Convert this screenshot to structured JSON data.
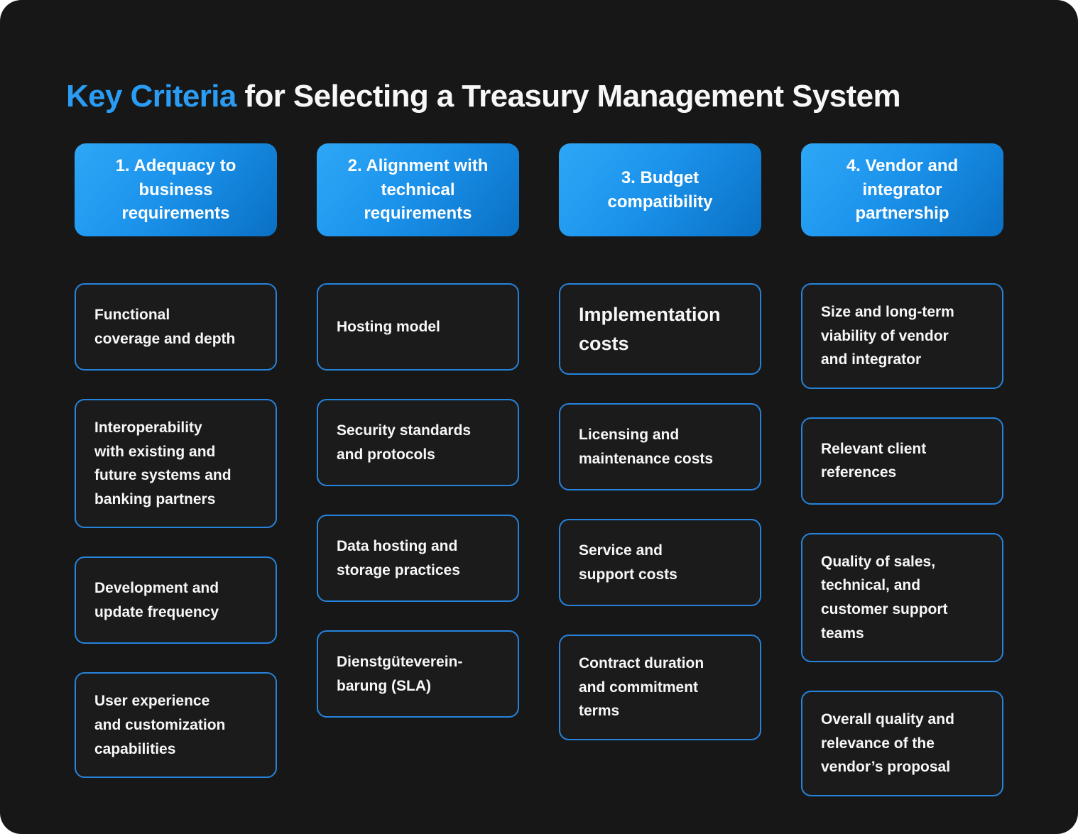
{
  "title": {
    "highlight": "Key Criteria",
    "rest": " for Selecting a Treasury Management System"
  },
  "colors": {
    "accent": "#2b9cf4",
    "canvas_bg": "#171717",
    "card_bg": "#1b1b1b",
    "card_border": "#2583dc",
    "header_grad_start": "#2fa7f6",
    "header_grad_end": "#0a70c4",
    "text": "#f7f7f7"
  },
  "columns": [
    {
      "header": "1. Adequacy to\nbusiness\nrequirements",
      "cards": [
        {
          "text": "Functional\ncoverage and depth"
        },
        {
          "text": "Interoperability\nwith existing and\nfuture systems and\nbanking partners"
        },
        {
          "text": "Development and\nupdate frequency"
        },
        {
          "text": "User experience\nand customization\ncapabilities"
        }
      ]
    },
    {
      "header": "2. Alignment with\ntechnical\nrequirements",
      "cards": [
        {
          "text": "Hosting model"
        },
        {
          "text": "Security standards\nand protocols"
        },
        {
          "text": "Data hosting and\nstorage practices"
        },
        {
          "text": "Dienstgüteverein-\nbarung (SLA)"
        }
      ]
    },
    {
      "header": "3. Budget\ncompatibility",
      "cards": [
        {
          "text": "Implementation\ncosts",
          "emphasis": true
        },
        {
          "text": "Licensing and\nmaintenance costs"
        },
        {
          "text": "Service and\nsupport costs"
        },
        {
          "text": "Contract duration\nand commitment\nterms"
        }
      ]
    },
    {
      "header": "4. Vendor and\nintegrator\npartnership",
      "cards": [
        {
          "text": "Size and long-term\nviability of vendor\nand integrator"
        },
        {
          "text": "Relevant client\nreferences"
        },
        {
          "text": "Quality of sales,\ntechnical, and\ncustomer support\nteams"
        },
        {
          "text": "Overall quality and\nrelevance of the\nvendor’s proposal"
        }
      ]
    }
  ]
}
